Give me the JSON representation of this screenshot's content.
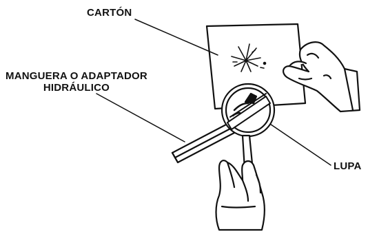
{
  "labels": {
    "carton": "CARTÓN",
    "hose_line1": "MANGUERA O ADAPTADOR",
    "hose_line2": "HIDRÁULICO",
    "lupa": "LUPA"
  },
  "colors": {
    "ink": "#111111",
    "background": "#ffffff"
  }
}
